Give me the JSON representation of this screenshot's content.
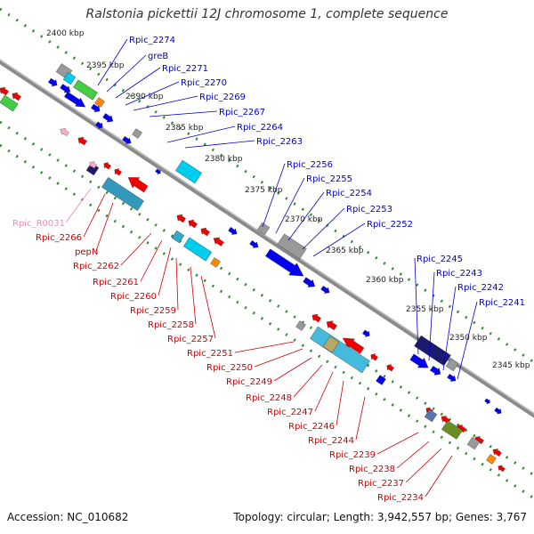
{
  "title": "Ralstonia pickettii 12J chromosome 1, complete sequence",
  "footer": {
    "accession": "Accession: NC_010682",
    "summary": "Topology: circular; Length: 3,942,557 bp; Genes: 3,767"
  },
  "colors": {
    "background": "#ffffff",
    "backbone": "#8a8a8a",
    "tick_dots": "#2e8b2e",
    "forward_label": "#0000cc",
    "reverse_label": "#cc0000",
    "rna_label": "#ee88bb",
    "forward_cds": "#0000ee",
    "reverse_cds": "#ee0000",
    "rna": "#ffaacc",
    "function_cyan": "#00ccee",
    "function_navy": "#1a1a6e",
    "function_gray": "#999999",
    "function_orange": "#ff8800",
    "function_olive": "#6b8e23",
    "function_green": "#44cc44"
  },
  "ticks": [
    "2400 kbp",
    "2395 kbp",
    "2390 kbp",
    "2385 kbp",
    "2380 kbp",
    "2375 kbp",
    "2370 kbp",
    "2365 kbp",
    "2360 kbp",
    "2355 kbp",
    "2350 kbp",
    "2345 kbp"
  ],
  "forward_labels": [
    "Rpic_2274",
    "greB",
    "Rpic_2271",
    "Rpic_2270",
    "Rpic_2269",
    "Rpic_2267",
    "Rpic_2264",
    "Rpic_2263",
    "Rpic_2256",
    "Rpic_2255",
    "Rpic_2254",
    "Rpic_2253",
    "Rpic_2252",
    "Rpic_2245",
    "Rpic_2243",
    "Rpic_2242",
    "Rpic_2241"
  ],
  "reverse_labels": [
    "Rpic_R0031",
    "Rpic_2266",
    "pepN",
    "Rpic_2262",
    "Rpic_2261",
    "Rpic_2260",
    "Rpic_2259",
    "Rpic_2258",
    "Rpic_2257",
    "Rpic_2251",
    "Rpic_2250",
    "Rpic_2249",
    "Rpic_2248",
    "Rpic_2247",
    "Rpic_2246",
    "Rpic_2244",
    "Rpic_2239",
    "Rpic_2238",
    "Rpic_2237",
    "Rpic_2234"
  ]
}
